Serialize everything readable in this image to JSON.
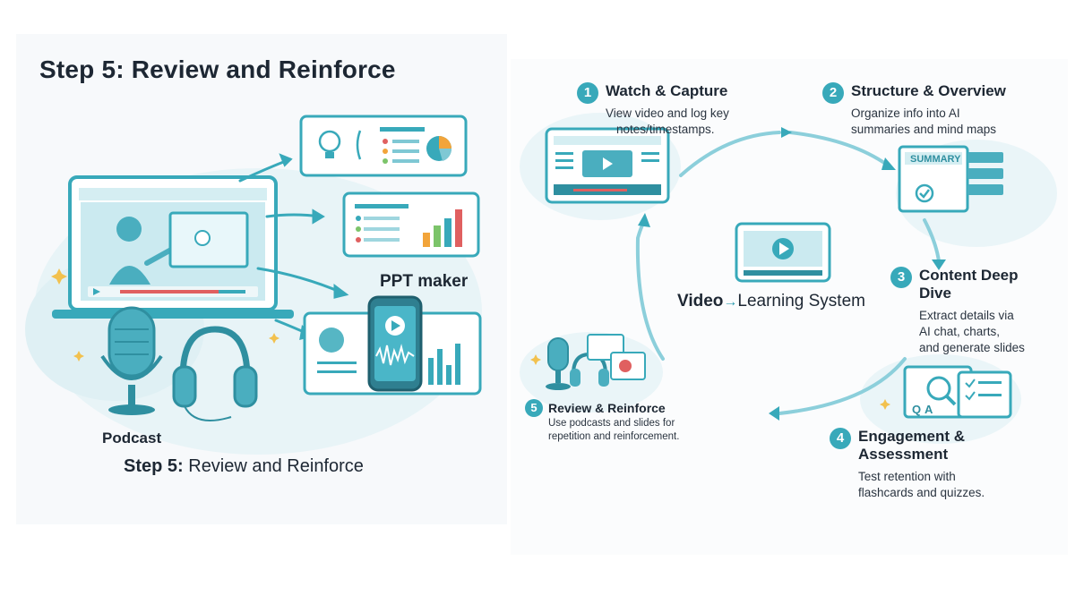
{
  "left": {
    "title": "Step 5: Review and Reinforce",
    "ppt_label": "PPT maker",
    "podcast_label": "Podcast",
    "caption_bold": "Step 5:",
    "caption_rest": " Review and Reinforce"
  },
  "right": {
    "center_video": "Video",
    "center_arrow": "→",
    "center_rest": "Learning System",
    "steps": [
      {
        "num": "1",
        "title": "Watch & Capture",
        "desc1": "View video and log key",
        "desc2": "notes/timestamps."
      },
      {
        "num": "2",
        "title": "Structure & Overview",
        "desc1": "Organize info into AI",
        "desc2": "summaries and mind maps"
      },
      {
        "num": "3",
        "title1": "Content Deep",
        "title2": "Dive",
        "desc1": "Extract details via",
        "desc2": "AI chat, charts,",
        "desc3": "and generate slides"
      },
      {
        "num": "4",
        "title1": "Engagement &",
        "title2": "Assessment",
        "desc1": "Test retention with",
        "desc2": "flashcards and quizzes."
      },
      {
        "num": "5",
        "title": "Review & Reinforce",
        "desc1": "Use podcasts and slides for",
        "desc2": "repetition and reinforcement."
      }
    ],
    "summary_label": "SUMMARY",
    "quiz_labels": [
      "Q",
      "A"
    ]
  },
  "colors": {
    "accent": "#38a9ba",
    "accent_light": "#bfe6ec",
    "dark": "#1d2733",
    "red": "#e06060",
    "green": "#7cc46a",
    "orange": "#f2a43a"
  }
}
